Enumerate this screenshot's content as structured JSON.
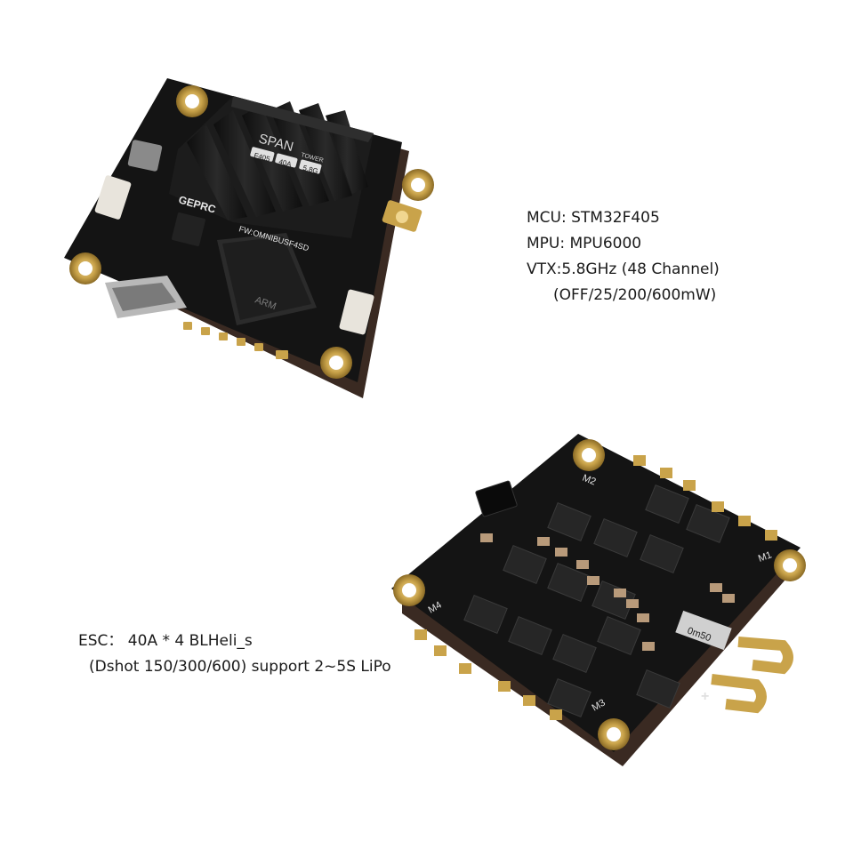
{
  "fc": {
    "board_labels": {
      "brand": "SPAN",
      "tower": "TOWER",
      "chip_tag": "F405",
      "amp_tag": "40A",
      "vtx_tag": "5.8G",
      "vendor": "GEPRC",
      "firmware": "FW:OMNIBUSF4SD",
      "arm": "ARM"
    },
    "specs": {
      "mcu": "MCU: STM32F405",
      "mpu": "MPU: MPU6000",
      "vtx": "VTX:5.8GHz (48 Channel)",
      "vtx_power": "(OFF/25/200/600mW)"
    }
  },
  "esc": {
    "board_labels": {
      "m1": "M1",
      "m2": "M2",
      "m3": "M3",
      "m4": "M4",
      "shunt": "0m50",
      "plus": "+"
    },
    "specs": {
      "line1": "ESC：  40A * 4  BLHeli_s",
      "line2": "(Dshot 150/300/600) support 2~5S LiPo"
    }
  },
  "colors": {
    "pcb": "#141414",
    "pcb_edge": "#3a2a22",
    "gold": "#c9a34a",
    "heatsink": "#1c1c1c",
    "white_connector": "#e8e4dc",
    "capacitor": "#b89a7a"
  }
}
